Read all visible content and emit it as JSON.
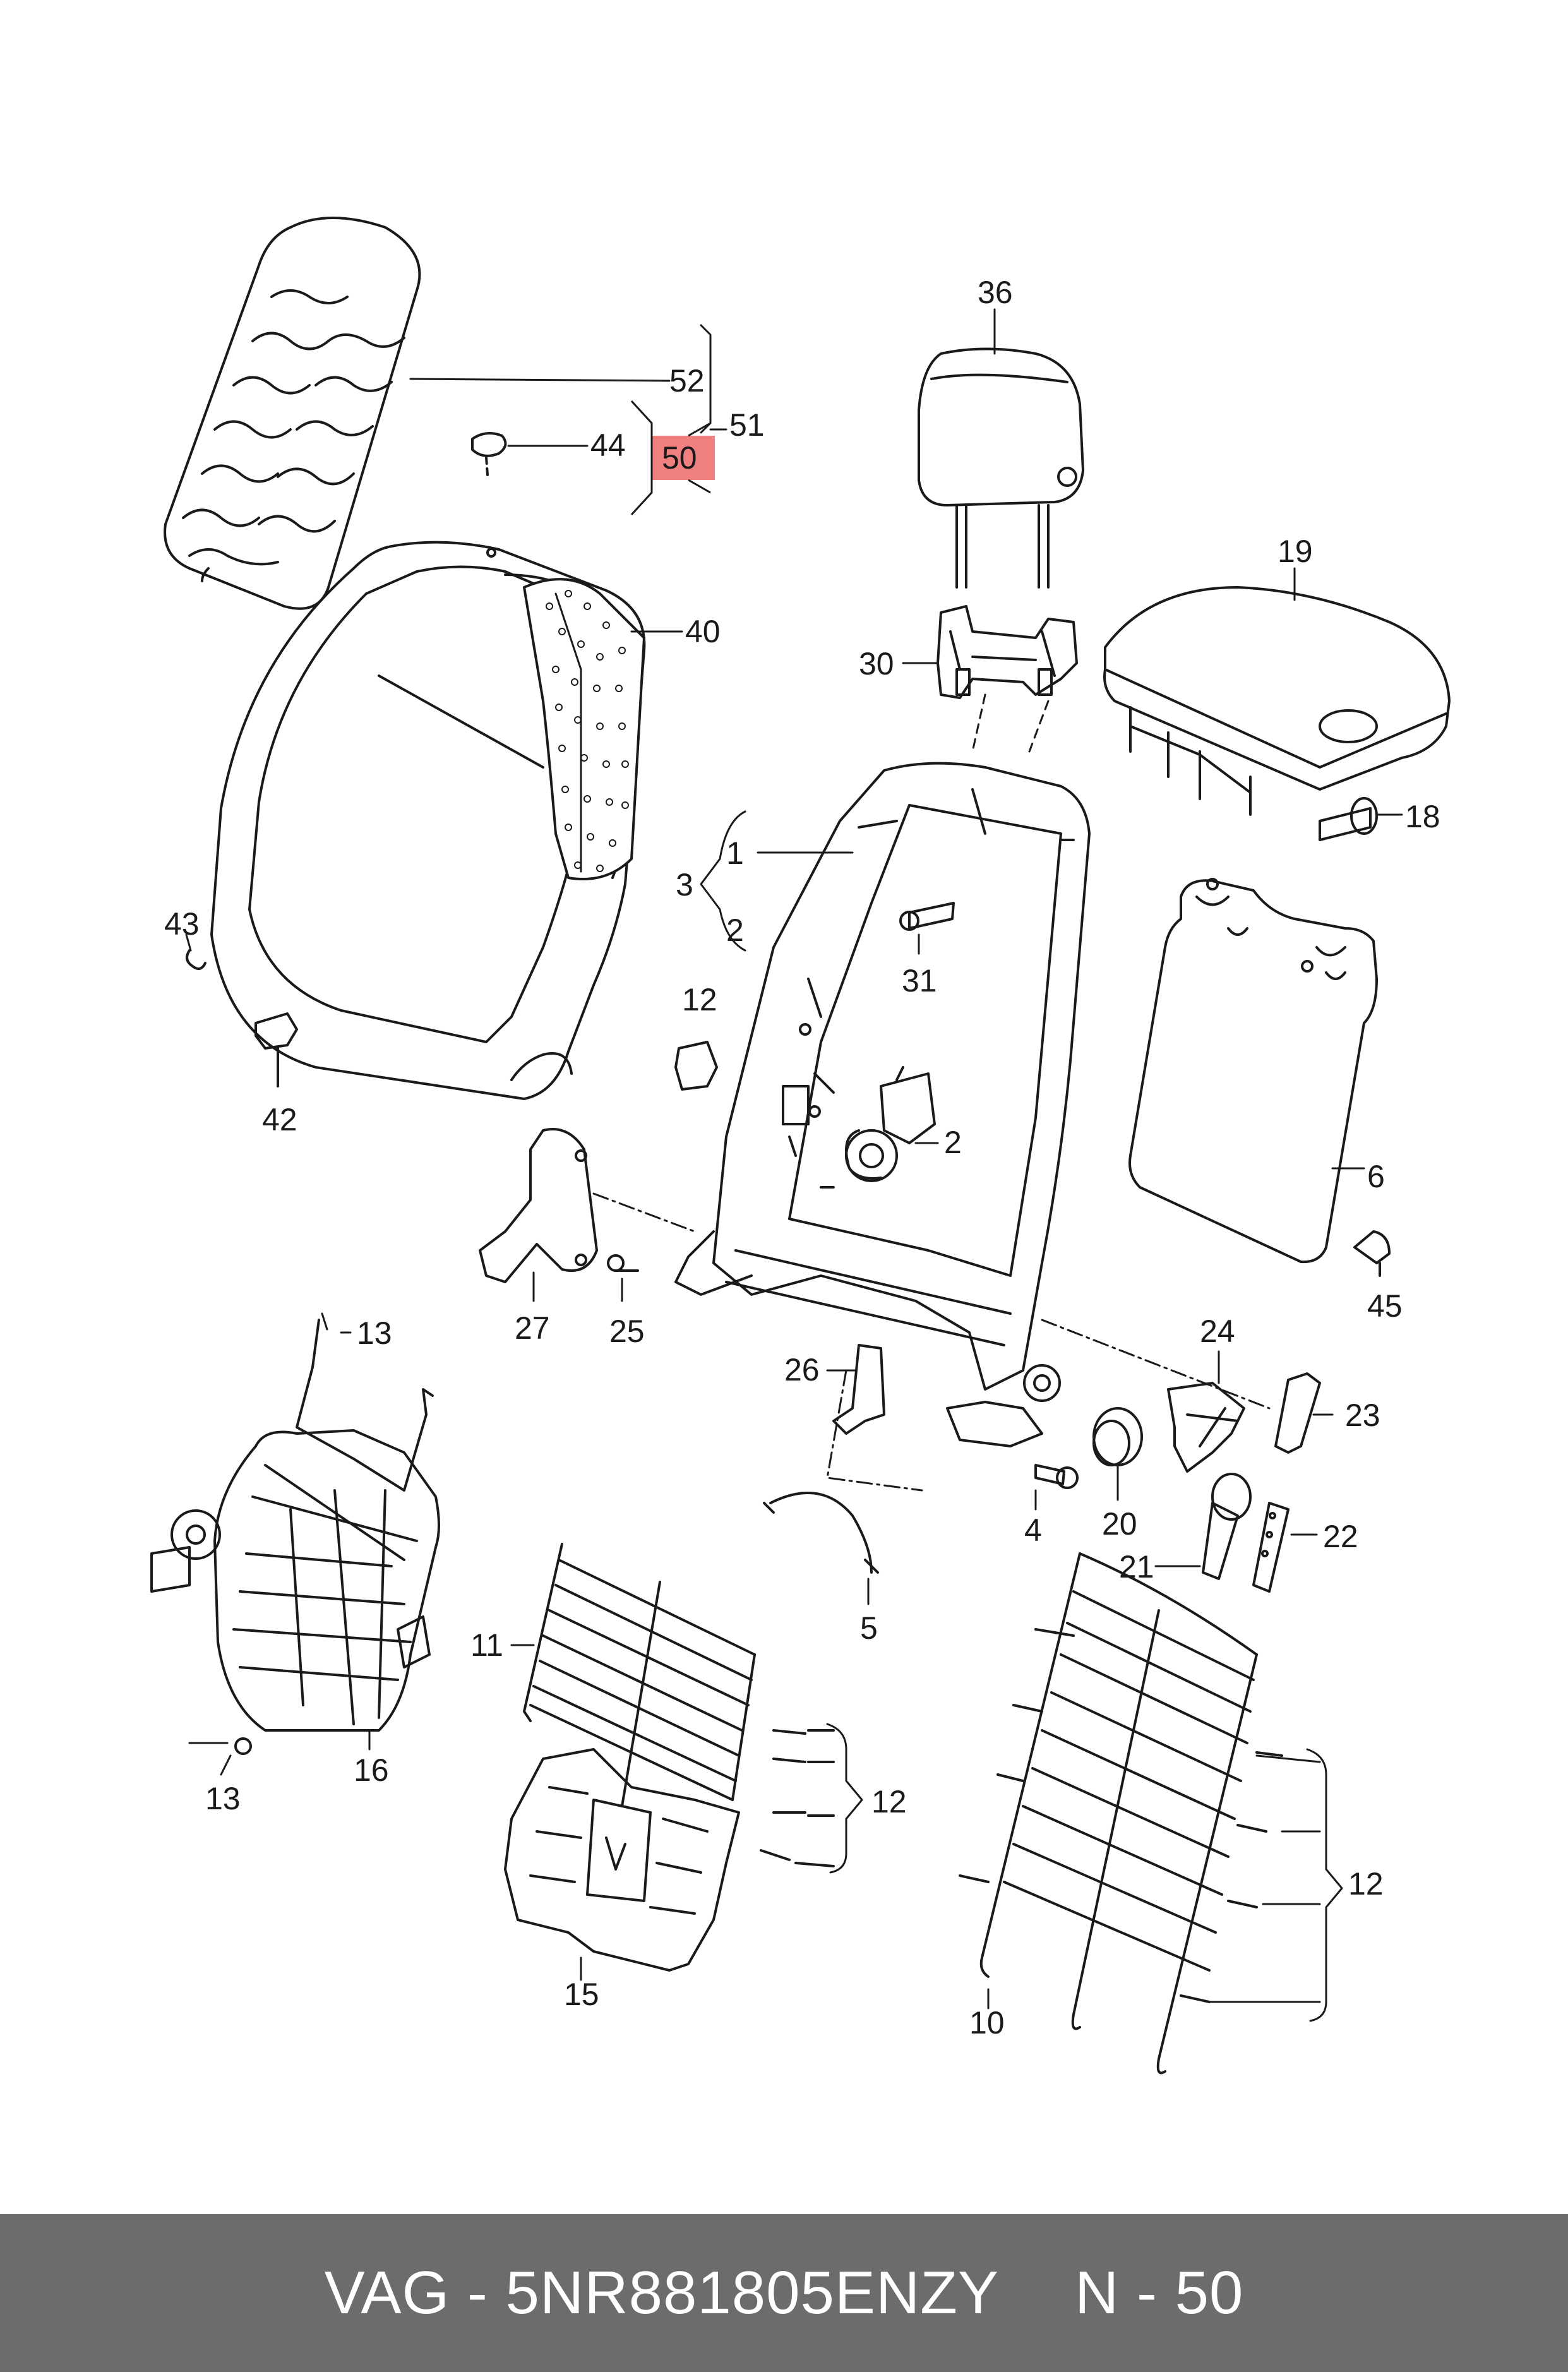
{
  "diagram": {
    "highlight_color": "#f08080",
    "footer_color": "#6c6c6c",
    "callouts": {
      "c52": "52",
      "c51": "51",
      "c44": "44",
      "c50": "50",
      "c40": "40",
      "c43": "43",
      "c42": "42",
      "c36": "36",
      "c30": "30",
      "c19": "19",
      "c18": "18",
      "c1": "1",
      "c3": "3",
      "c2a": "2",
      "c31": "31",
      "c12a": "12",
      "c2b": "2",
      "c6": "6",
      "c45": "45",
      "c27": "27",
      "c25": "25",
      "c13a": "13",
      "c26": "26",
      "c24": "24",
      "c23": "23",
      "c20": "20",
      "c4": "4",
      "c21": "21",
      "c22": "22",
      "c5": "5",
      "c11": "11",
      "c16": "16",
      "c13b": "13",
      "c12b": "12",
      "c15": "15",
      "c12c": "12",
      "c10": "10"
    },
    "highlighted_callout": "50"
  },
  "footer": {
    "brand": "VAG",
    "part_number": "5NR881805ENZY",
    "position_label": "N - 50"
  }
}
